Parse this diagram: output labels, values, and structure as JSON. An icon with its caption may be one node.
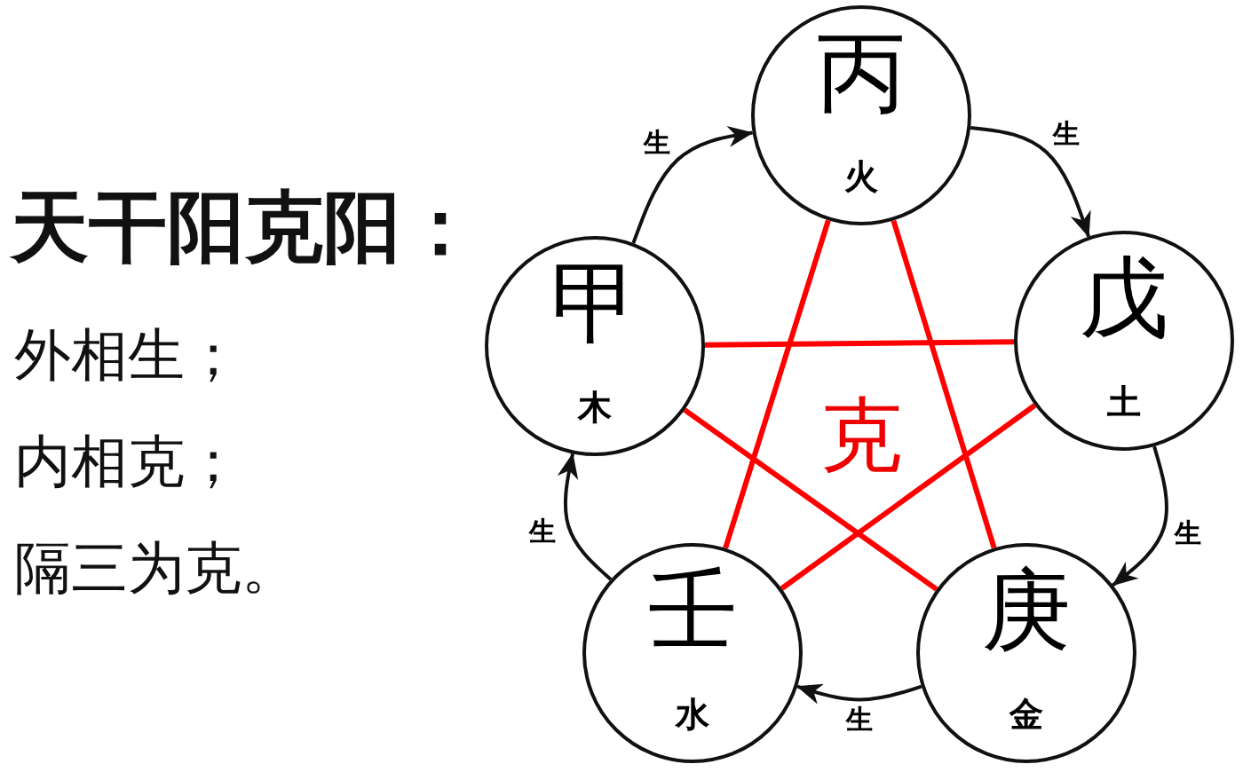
{
  "diagram": {
    "title": "天干阳克阳：",
    "nodes": [
      {
        "text": [
          "丙",
          "火"
        ]
      },
      {
        "text": [
          "甲",
          "木"
        ]
      },
      {
        "text": [
          "戊",
          "土"
        ]
      },
      {
        "text": [
          "壬",
          "水"
        ]
      },
      {
        "text": [
          "庚",
          "金"
        ]
      }
    ],
    "edges": [
      {
        "from": 1,
        "to": 0,
        "arrow": "to",
        "label": "生"
      },
      {
        "from": 0,
        "to": 2,
        "arrow": "to",
        "label": "生"
      },
      {
        "from": 2,
        "to": 4,
        "arrow": "to",
        "label": "生"
      },
      {
        "from": 4,
        "to": 3,
        "arrow": "to",
        "label": "生"
      },
      {
        "from": 3,
        "to": 1,
        "arrow": "to",
        "label": "生"
      },
      {
        "from": 0,
        "to": 4,
        "arrow": "none",
        "color": "#ff0000"
      },
      {
        "from": 0,
        "to": 3,
        "arrow": "none",
        "color": "#ff0000"
      },
      {
        "from": 1,
        "to": 2,
        "arrow": "none",
        "color": "#ff0000"
      },
      {
        "from": 1,
        "to": 4,
        "arrow": "none",
        "color": "#ff0000"
      },
      {
        "from": 2,
        "to": 3,
        "arrow": "none",
        "color": "#ff0000"
      }
    ],
    "labels": [
      "外相生；",
      "内相克；",
      "隔三为克。",
      "克"
    ]
  }
}
